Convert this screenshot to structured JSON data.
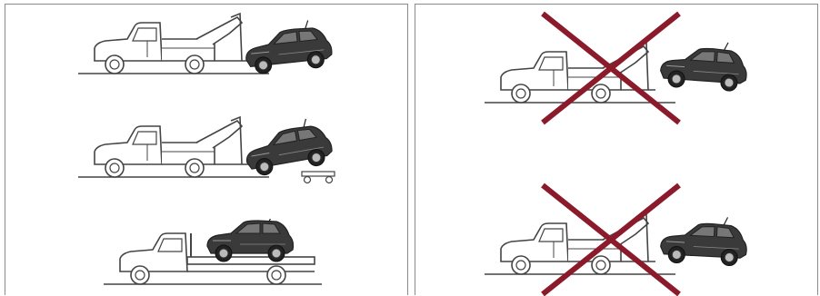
{
  "document": {
    "panels": [
      {
        "id": "correct-towing-methods",
        "illustrations": [
          {
            "method": "wheel-lift-tow-front-raised",
            "allowed": true
          },
          {
            "method": "wheel-lift-tow-with-rear-dollies",
            "allowed": true
          },
          {
            "method": "flatbed-transport",
            "allowed": true
          }
        ]
      },
      {
        "id": "incorrect-towing-methods",
        "illustrations": [
          {
            "method": "wheel-lift-tow-rear-raised",
            "allowed": false
          },
          {
            "method": "sling-tow-rear-raised",
            "allowed": false
          }
        ]
      }
    ],
    "colors": {
      "frame_border": "#8a8a8a",
      "line_art": "#444444",
      "vehicle_body": "#3a3a3a",
      "prohibition_cross": "#8b1a2b"
    },
    "icons": [
      "tow-truck-icon",
      "suv-icon",
      "wheel-dolly-icon",
      "flatbed-truck-icon",
      "prohibited-cross-icon"
    ]
  }
}
